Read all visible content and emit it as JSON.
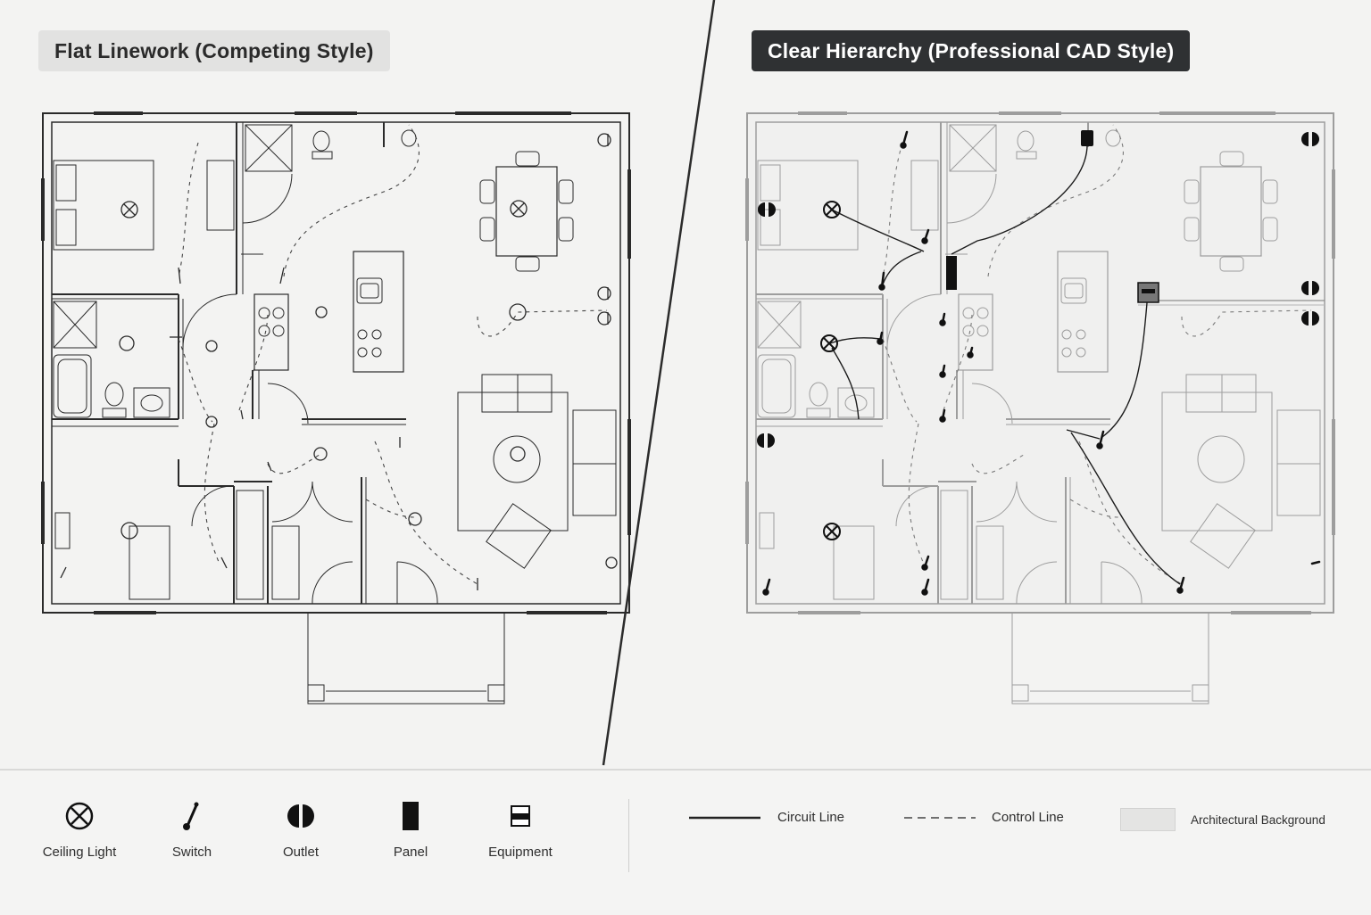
{
  "left_panel": {
    "title": "Flat Linework (Competing Style)"
  },
  "right_panel": {
    "title": "Clear Hierarchy (Professional CAD Style)"
  },
  "legend": {
    "symbols": [
      {
        "label": "Ceiling Light",
        "icon": "ceiling-light-icon"
      },
      {
        "label": "Switch",
        "icon": "switch-icon"
      },
      {
        "label": "Outlet",
        "icon": "outlet-icon"
      },
      {
        "label": "Panel",
        "icon": "panel-icon"
      },
      {
        "label": "Equipment",
        "icon": "equipment-icon"
      }
    ],
    "lines": [
      {
        "label": "Circuit Line",
        "style": "solid"
      },
      {
        "label": "Control Line",
        "style": "dashed"
      },
      {
        "label": "Architectural Background",
        "style": "swatch"
      }
    ]
  },
  "colors": {
    "background": "#f3f3f2",
    "dark_title": "#2f3133",
    "light_title": "#e2e2e1",
    "linework": "#2a2a2a",
    "faded_linework": "#a8a8a8"
  }
}
